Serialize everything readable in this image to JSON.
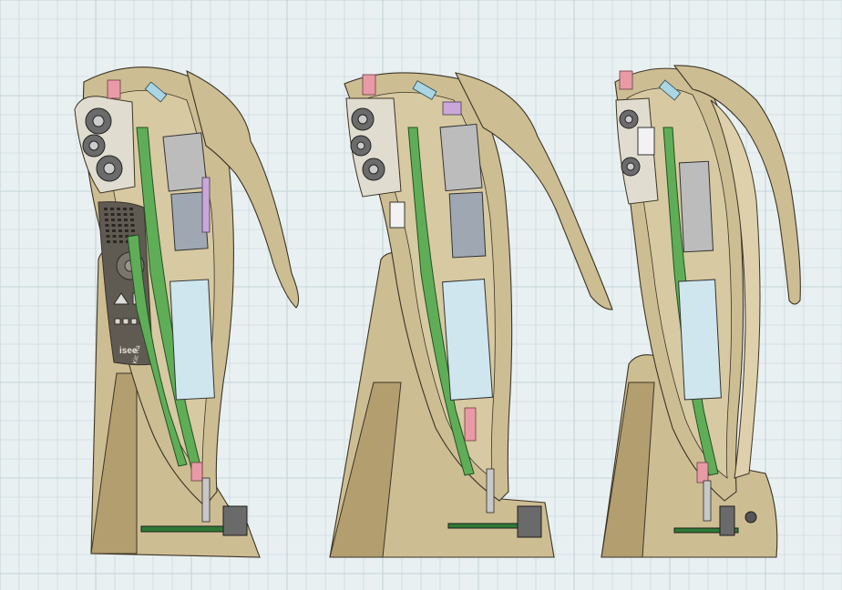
{
  "colors": {
    "background": "#e9f0f2",
    "grid_line": "#c2d3d8",
    "shell": "#cdbd93",
    "shell_dark": "#b39e6f",
    "shell_light": "#ded0aa",
    "outline": "#3c3526",
    "pcb": "#5fae57",
    "pcb_dark": "#2f7a36",
    "battery": "#cfe6ee",
    "metal": "#c8c8c8",
    "pink": "#e89aa6",
    "violet": "#c9a7d8",
    "cyan": "#a9d6e2",
    "speaker": "#6b6b6b"
  },
  "panel_label": {
    "line1": "isee",
    "line2": "Kic Ra"
  },
  "views": [
    {
      "id": "cutaway-left"
    },
    {
      "id": "cutaway-center"
    },
    {
      "id": "cutaway-right"
    }
  ]
}
